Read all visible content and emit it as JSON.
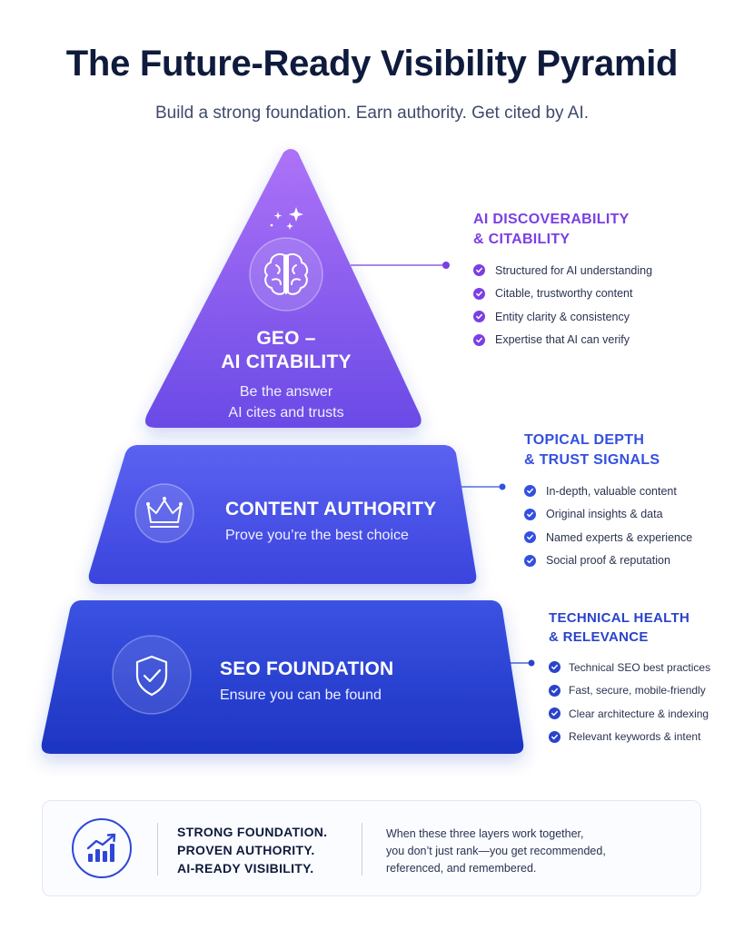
{
  "header": {
    "title": "The Future-Ready Visibility Pyramid",
    "subtitle": "Build a strong foundation. Earn authority. Get cited by AI."
  },
  "tiers": [
    {
      "id": "geo",
      "title_line1": "GEO –",
      "title_line2": "AI CITABILITY",
      "subtitle_line1": "Be the answer",
      "subtitle_line2": "AI cites and trusts",
      "icon": "brain-icon"
    },
    {
      "id": "content",
      "title": "CONTENT AUTHORITY",
      "subtitle": "Prove you’re the best choice",
      "icon": "crown-icon"
    },
    {
      "id": "seo",
      "title": "SEO FOUNDATION",
      "subtitle": "Ensure you can be found",
      "icon": "shield-check-icon"
    }
  ],
  "panels": [
    {
      "heading_line1": "AI DISCOVERABILITY",
      "heading_line2": "& CITABILITY",
      "color": "#7b3fe4",
      "items": [
        "Structured for AI understanding",
        "Citable, trustworthy content",
        "Entity clarity & consistency",
        "Expertise that AI can verify"
      ]
    },
    {
      "heading_line1": "TOPICAL DEPTH",
      "heading_line2": "& TRUST SIGNALS",
      "color": "#3450e0",
      "items": [
        "In-depth, valuable content",
        "Original insights & data",
        "Named experts & experience",
        "Social proof & reputation"
      ]
    },
    {
      "heading_line1": "TECHNICAL HEALTH",
      "heading_line2": "& RELEVANCE",
      "color": "#2a44c9",
      "items": [
        "Technical SEO best practices",
        "Fast, secure, mobile-friendly",
        "Clear architecture & indexing",
        "Relevant keywords & intent"
      ]
    }
  ],
  "footer": {
    "tagline": [
      "STRONG FOUNDATION.",
      "PROVEN AUTHORITY.",
      "AI-READY VISIBILITY."
    ],
    "description": [
      "When these three layers work together,",
      "you don’t just rank—you get recommended,",
      "referenced, and remembered."
    ],
    "icon": "growth-chart-icon"
  },
  "colors": {
    "geo_top": "#a86ff6",
    "geo_bottom": "#6f4ae8",
    "content_top": "#5a5ff0",
    "content_bottom": "#3a45e0",
    "seo_top": "#3a4fe0",
    "seo_bottom": "#1f36c4",
    "title": "#0f1b3d"
  }
}
